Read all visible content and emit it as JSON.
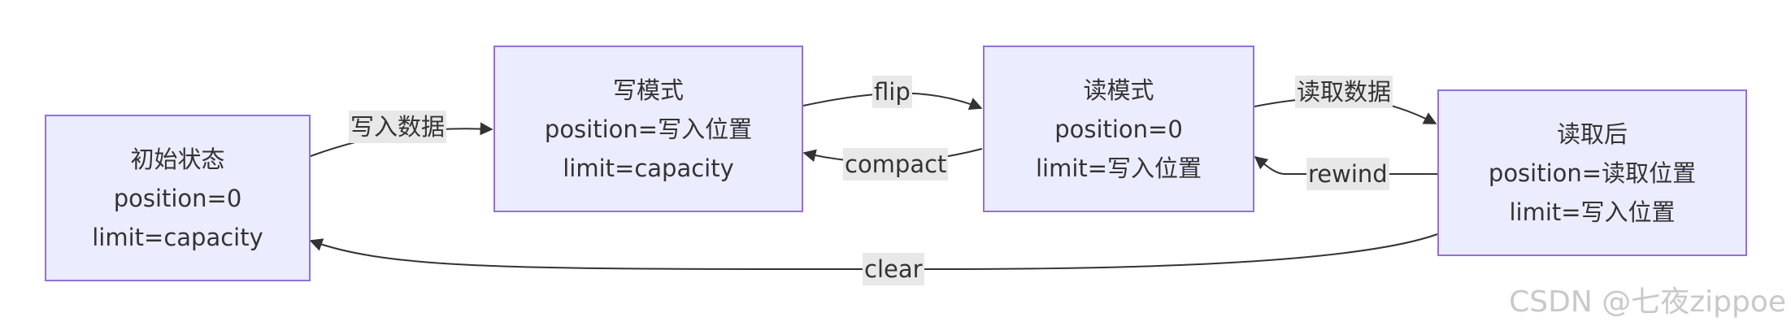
{
  "nodes": {
    "initial": {
      "lines": [
        "初始状态",
        "position=0",
        "limit=capacity"
      ]
    },
    "write": {
      "lines": [
        "写模式",
        "position=写入位置",
        "limit=capacity"
      ]
    },
    "read": {
      "lines": [
        "读模式",
        "position=0",
        "limit=写入位置"
      ]
    },
    "after": {
      "lines": [
        "读取后",
        "position=读取位置",
        "limit=写入位置"
      ]
    }
  },
  "edges": {
    "write_data": "写入数据",
    "flip": "flip",
    "compact": "compact",
    "read_data": "读取数据",
    "rewind": "rewind",
    "clear": "clear"
  },
  "watermark": "CSDN @七夜zippoe",
  "colors": {
    "node_fill": "#ececff",
    "node_border": "#9370db",
    "edge": "#333333",
    "label_bg": "#e8e8e8"
  }
}
